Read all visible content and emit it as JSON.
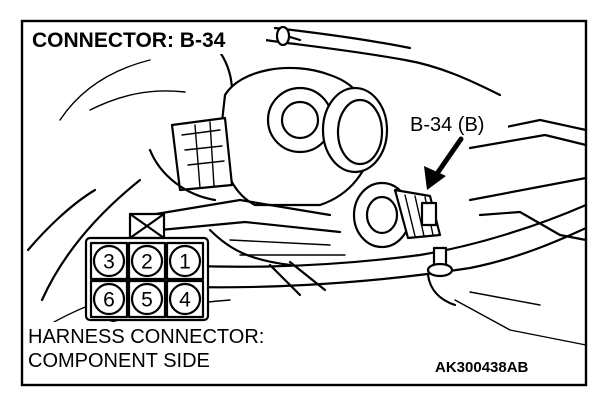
{
  "title": "CONNECTOR: B-34",
  "callout": "B-34 (B)",
  "caption": {
    "line1": "HARNESS CONNECTOR:",
    "line2": "COMPONENT SIDE"
  },
  "reference_code": "AK300438AB",
  "connector": {
    "top_row": [
      "3",
      "2",
      "1"
    ],
    "bottom_row": [
      "6",
      "5",
      "4"
    ]
  },
  "icons": {
    "arrow": "pointer-arrow-icon",
    "lock_tab": "connector-lock-icon"
  }
}
